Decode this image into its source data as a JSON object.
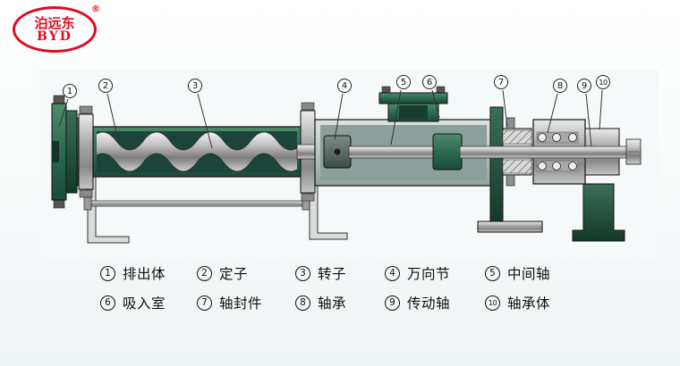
{
  "logo": {
    "brand_cn": "泊远东",
    "brand_en": "BYD",
    "registered": "®"
  },
  "colors": {
    "logo_red": "#e00a1e",
    "body_green": "#2c6a51",
    "dark_green": "#1c4a39",
    "metal_gray": "#9f9f9f",
    "outline": "#111111"
  },
  "callouts": [
    {
      "num": "1"
    },
    {
      "num": "2"
    },
    {
      "num": "3"
    },
    {
      "num": "4"
    },
    {
      "num": "5"
    },
    {
      "num": "6"
    },
    {
      "num": "7"
    },
    {
      "num": "8"
    },
    {
      "num": "9"
    },
    {
      "num": "10"
    }
  ],
  "legend": {
    "rows": [
      {
        "items": [
          {
            "num": "1",
            "label": "排出体"
          },
          {
            "num": "2",
            "label": "定子"
          },
          {
            "num": "3",
            "label": "转子"
          },
          {
            "num": "4",
            "label": "万向节"
          },
          {
            "num": "5",
            "label": "中间轴"
          }
        ]
      },
      {
        "items": [
          {
            "num": "6",
            "label": "吸入室"
          },
          {
            "num": "7",
            "label": "轴封件"
          },
          {
            "num": "8",
            "label": "轴承"
          },
          {
            "num": "9",
            "label": "传动轴"
          },
          {
            "num": "10",
            "label": "轴承体"
          }
        ]
      }
    ]
  }
}
